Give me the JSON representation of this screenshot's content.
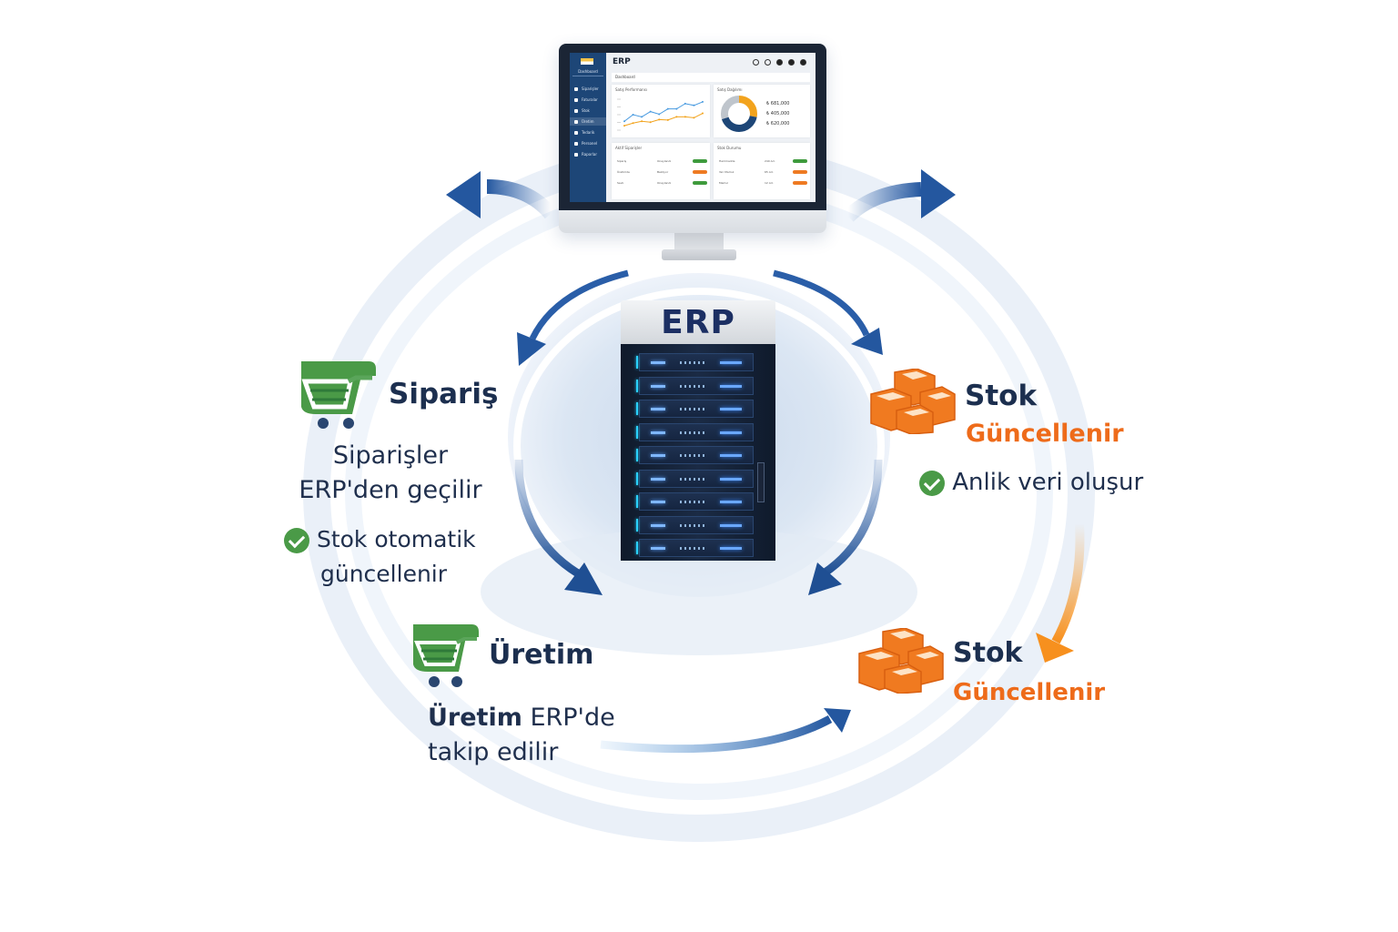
{
  "diagram": {
    "center": {
      "label": "ERP",
      "server_units": 9
    },
    "monitor": {
      "app_title": "ERP",
      "sidebar_brand": "Dashboard",
      "sidebar_items": [
        "Siparişler",
        "Faturalar",
        "Stok",
        "Üretim",
        "Tedarik",
        "Personel",
        "Raporlar"
      ],
      "active_item_index": 3,
      "breadcrumb": "Dashboard",
      "cards": {
        "sales_chart_title": "Satış Performansı",
        "donut_title": "Satış Dağılımı",
        "donut_values": [
          "₺ 681,000",
          "₺ 405,000",
          "₺ 620,000"
        ],
        "orders_title": "Aktif Siparişler",
        "stock_title": "Stok Durumu"
      },
      "order_rows": [
        {
          "name": "Sipariş",
          "status": "Onaylandı",
          "status_color": "#3e9a3c"
        },
        {
          "name": "Üretimde",
          "status": "Bekliyor",
          "status_color": "#ee7a22"
        },
        {
          "name": "Sevk",
          "status": "Onaylandı",
          "status_color": "#3e9a3c"
        }
      ],
      "stock_rows": [
        {
          "name": "Hammadde",
          "qty": "240 Ad.",
          "status_color": "#3e9a3c"
        },
        {
          "name": "Yarı Mamul",
          "qty": "65 Ad.",
          "status_color": "#ee7a22"
        },
        {
          "name": "Mamul",
          "qty": "12 Ad.",
          "status_color": "#ee7a22"
        }
      ],
      "donut_colors": [
        "#f2a31d",
        "#1d4677",
        "#bfc5cc"
      ],
      "chart_series": [
        {
          "name": "series-blue",
          "color": "#4a9be0",
          "values": [
            2,
            3.5,
            3,
            4.2,
            3.6,
            4.8,
            4.8,
            6,
            5.6,
            6.4
          ]
        },
        {
          "name": "series-orange",
          "color": "#f2a31d",
          "values": [
            1,
            1.6,
            2,
            1.8,
            2.4,
            2.3,
            3,
            3,
            2.8,
            3.8
          ]
        }
      ]
    },
    "nodes": {
      "siparis": {
        "title": "Sipariş",
        "body_line1": "Siparişler",
        "body_line2": "ERP'den geçilir",
        "check_line1": "Stok otomatik",
        "check_line2": "güncellenir",
        "icon": "shopping-cart-icon"
      },
      "stok_top": {
        "title": "Stok",
        "subtitle": "Güncellenir",
        "check_text": "Anlik veri oluşur",
        "icon": "boxes-icon"
      },
      "uretim": {
        "title": "Üretim",
        "body_bold": "Üretim",
        "body_rest": " ERP'de",
        "body_line2": "takip edilir",
        "icon": "shopping-cart-icon"
      },
      "stok_bottom": {
        "title": "Stok",
        "subtitle": "Güncellenir",
        "icon": "boxes-icon"
      }
    },
    "colors": {
      "primary_dark": "#1c2f4f",
      "arrow_blue": "#2a5ea8",
      "accent_orange": "#ee6b1a",
      "cart_green": "#4a9a47",
      "check_green": "#4a9a47"
    }
  }
}
